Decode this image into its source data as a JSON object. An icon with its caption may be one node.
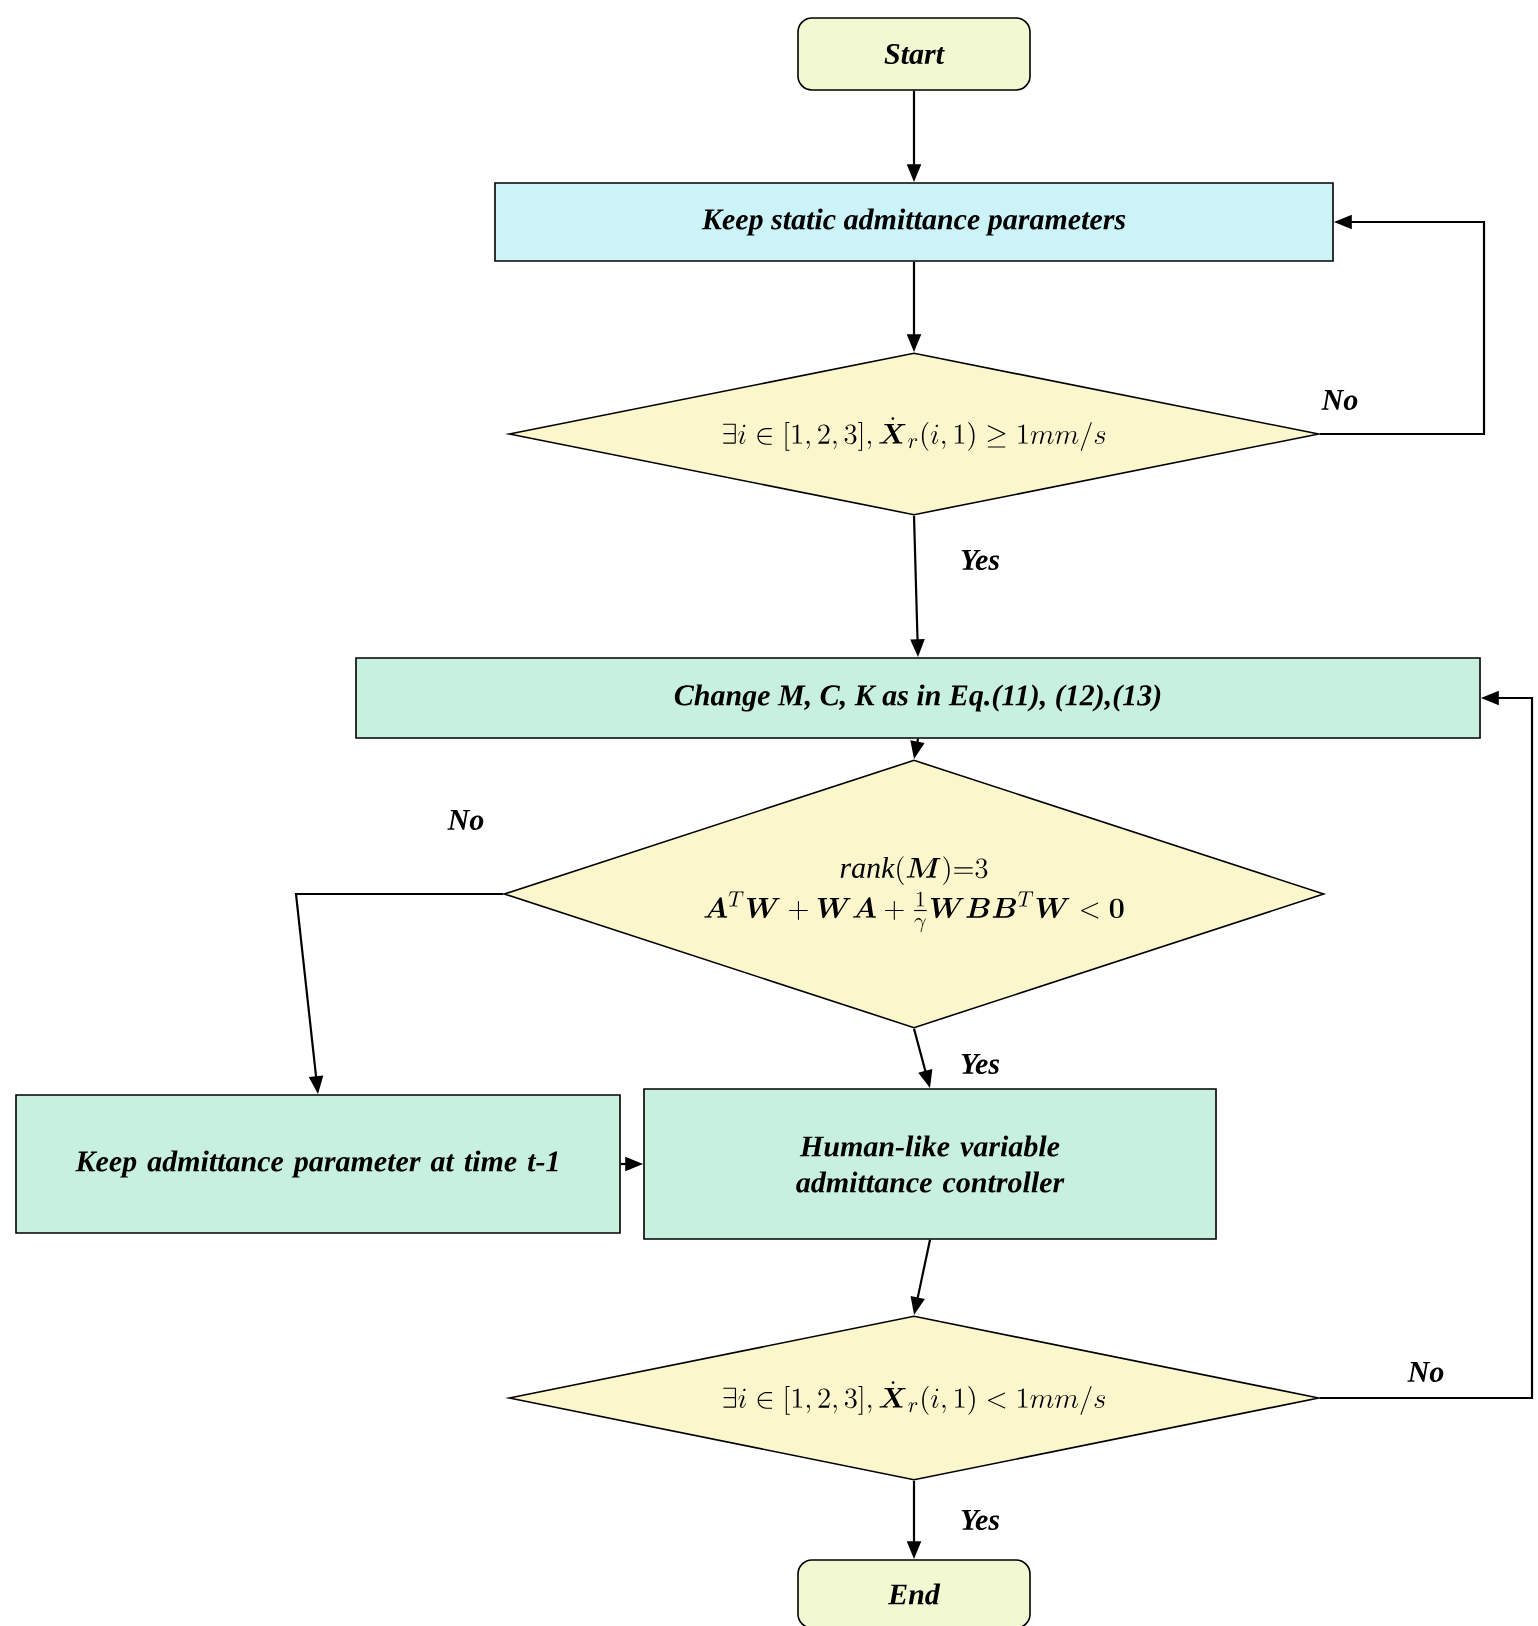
{
  "diagram": {
    "nodes": [
      {
        "text": [
          "Start"
        ]
      },
      {
        "text": [
          "Keep static admittance parameters"
        ]
      },
      {
        "text": [
          "\\exists i \\in [1,2,3], \\dot{\\boldsymbol{X}}_r(i,1) \\geq 1mm/s"
        ]
      },
      {
        "text": [
          "Change M, C, K as in Eq.(11), (12),(13)"
        ]
      },
      {
        "text": [
          "\\mathit{rank}(\\boldsymbol{M})\\mathrm{=}3",
          "\\boldsymbol{A}^{T}\\boldsymbol{W}+\\boldsymbol{W}\\boldsymbol{A}+\\frac{1}{\\gamma}\\boldsymbol{W}\\boldsymbol{B}\\boldsymbol{B}^{T}\\boldsymbol{W}<\\boldsymbol{0}"
        ]
      },
      {
        "text": [
          "Keep admittance parameter at time t-1"
        ]
      },
      {
        "text": [
          "Human-like variable admittance controller"
        ]
      },
      {
        "text": [
          "\\exists i \\in [1,2,3], \\dot{\\boldsymbol{X}}_r(i,1) < 1mm/s"
        ]
      },
      {
        "text": [
          "End"
        ]
      }
    ],
    "edges": [
      {
        "from": 0,
        "to": 1,
        "arrow": "to"
      },
      {
        "from": 1,
        "to": 2,
        "arrow": "to"
      },
      {
        "from": 2,
        "to": 1,
        "arrow": "to",
        "label": "No"
      },
      {
        "from": 2,
        "to": 3,
        "arrow": "to",
        "label": "Yes"
      },
      {
        "from": 3,
        "to": 4,
        "arrow": "to"
      },
      {
        "from": 4,
        "to": 5,
        "arrow": "to",
        "label": "No"
      },
      {
        "from": 4,
        "to": 6,
        "arrow": "to",
        "label": "Yes"
      },
      {
        "from": 5,
        "to": 6,
        "arrow": "to"
      },
      {
        "from": 6,
        "to": 7,
        "arrow": "to"
      },
      {
        "from": 7,
        "to": 3,
        "arrow": "to",
        "label": "No"
      },
      {
        "from": 7,
        "to": 8,
        "arrow": "to",
        "label": "Yes"
      }
    ]
  }
}
